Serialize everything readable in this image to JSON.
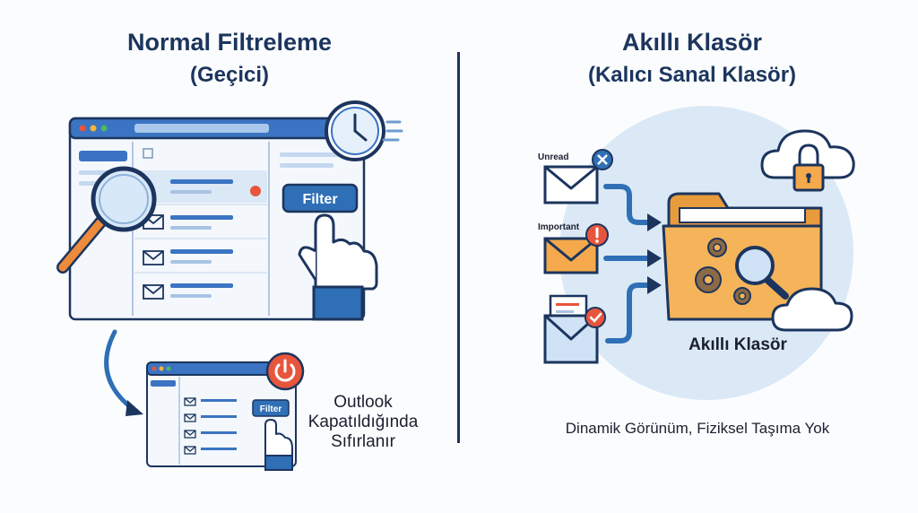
{
  "left": {
    "title": "Normal Filtreleme",
    "subtitle": "(Geçici)",
    "filter_button": "Filter",
    "small_filter_button": "Filter",
    "note_line1": "Outlook",
    "note_line2": "Kapatıldığında",
    "note_line3": "Sıfırlanır"
  },
  "right": {
    "title": "Akıllı Klasör",
    "subtitle": "(Kalıcı Sanal Klasör)",
    "tag_unread": "Unread",
    "tag_important": "Important",
    "folder_label": "Akıllı Klasör",
    "caption": "Dinamik Görünüm, Fiziksel Taşıma Yok"
  },
  "colors": {
    "navy": "#1c355e",
    "blue": "#2f6fb5",
    "orange": "#f08a3a",
    "folder": "#f5a94c",
    "light_blue": "#d9e9f7"
  }
}
